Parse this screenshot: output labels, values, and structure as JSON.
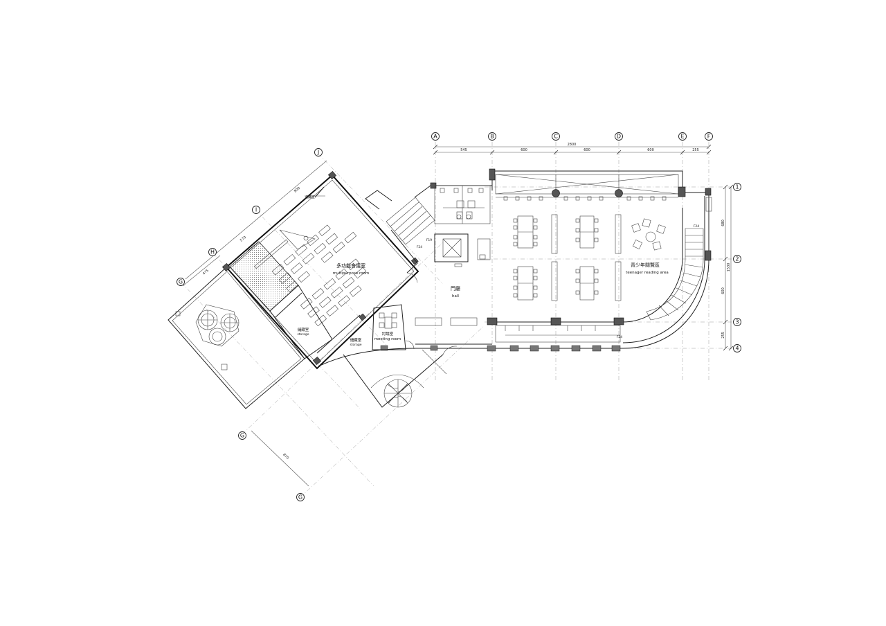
{
  "drawing": {
    "grid_letters": [
      "A",
      "B",
      "C",
      "D",
      "E",
      "F"
    ],
    "grid_numbers": [
      "1",
      "2",
      "3",
      "4"
    ],
    "angled_grid_labels": [
      "G",
      "H",
      "I",
      "J"
    ],
    "lower_grid_labels": [
      "G",
      "G"
    ],
    "dimensions_top": {
      "total": "2800",
      "spans": [
        "545",
        "600",
        "600",
        "600",
        "255"
      ]
    },
    "dimensions_right": {
      "total": "1530",
      "spans": [
        "680",
        "600",
        "255"
      ]
    },
    "dimensions_angled": {
      "top": "800",
      "mid": "570",
      "left": "475",
      "lower": "870"
    }
  },
  "rooms": {
    "multipurpose": {
      "zh": "多功能會議室",
      "en": "multipurpose room"
    },
    "hall": {
      "zh": "門廳",
      "en": "hall"
    },
    "meeting": {
      "zh": "討論室",
      "en": "meeting room"
    },
    "storage_1": {
      "zh": "儲藏室",
      "en": "storage"
    },
    "storage_2": {
      "zh": "儲藏室",
      "en": "storage"
    },
    "teenager": {
      "zh": "青少年閱覽區",
      "en": "teenager reading area"
    },
    "corner_room": {
      "zh": "儲藏室"
    }
  },
  "tags": {
    "stair_1": "F24",
    "stair_2": "F24",
    "stair_3": "F24",
    "elevator": "F19"
  }
}
